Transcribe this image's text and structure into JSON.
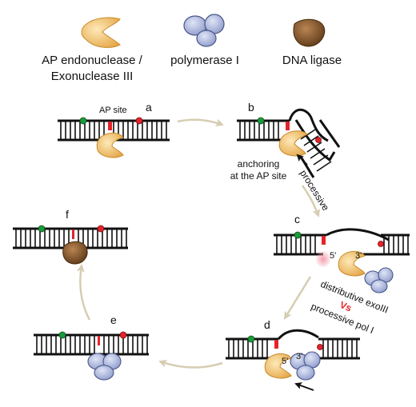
{
  "legend": {
    "ap_endo_label_line1": "AP endonuclease /",
    "ap_endo_label_line2": "Exonuclease III",
    "pol_label": "polymerase I",
    "ligase_label": "DNA ligase"
  },
  "steps": {
    "a": "a",
    "b": "b",
    "c": "c",
    "d": "d",
    "e": "e",
    "f": "f"
  },
  "annotations": {
    "ap_site": "AP site",
    "anchoring_line1": "anchoring",
    "anchoring_line2": "at the AP site",
    "processive": "processive",
    "distributive": "distributive exoIII",
    "vs": "Vs",
    "processive_pol": "processive pol I",
    "five_prime": "5'",
    "three_prime": "3'"
  },
  "colors": {
    "exo_fill": "#f6cf7a",
    "pol_fill": "#b5bfe0",
    "ligase_fill": "#8a5a2b",
    "lesion_red": "#e3242b",
    "marker_green": "#1a9b3a",
    "arrow_tan": "#d8cfb8"
  }
}
